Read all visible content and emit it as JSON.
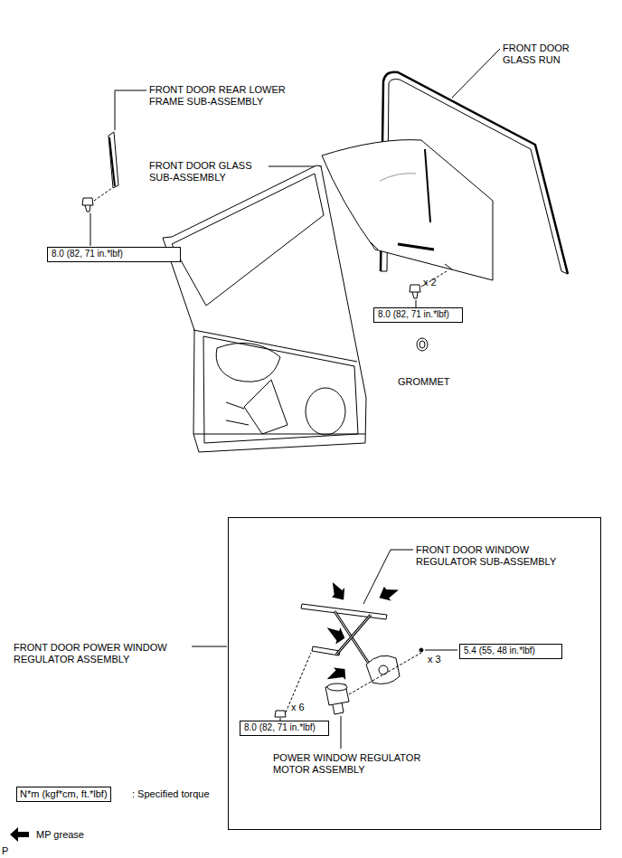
{
  "diagram": {
    "nodes": [
      {
        "text": [
          "8.0 (82, 71 in.*lbf)"
        ]
      },
      {
        "text": [
          "8.0 (82, 71 in.*lbf)"
        ]
      },
      {
        "text": [
          "FRONT DOOR POWER WINDOW REGULATOR ASSEMBLY"
        ]
      },
      {
        "text": [
          "5.4 (55, 48 in.*lbf)"
        ],
        "in": 2
      },
      {
        "text": [
          "8.0 (82, 71 in.*lbf)"
        ],
        "in": 2
      }
    ],
    "labels": [
      "FRONT DOOR GLASS RUN",
      "FRONT DOOR REAR LOWER FRAME SUB-ASSEMBLY",
      "FRONT DOOR GLASS SUB-ASSEMBLY",
      "x 2",
      "GROMMET",
      "FRONT DOOR WINDOW REGULATOR SUB-ASSEMBLY",
      "x 6",
      "x 3",
      "POWER WINDOW REGULATOR MOTOR ASSEMBLY",
      "N*m (kgf*cm, ft.*lbf)",
      "P"
    ],
    "legend": [
      {
        "text": ": Specified torque"
      },
      {
        "text": "MP grease"
      }
    ]
  }
}
